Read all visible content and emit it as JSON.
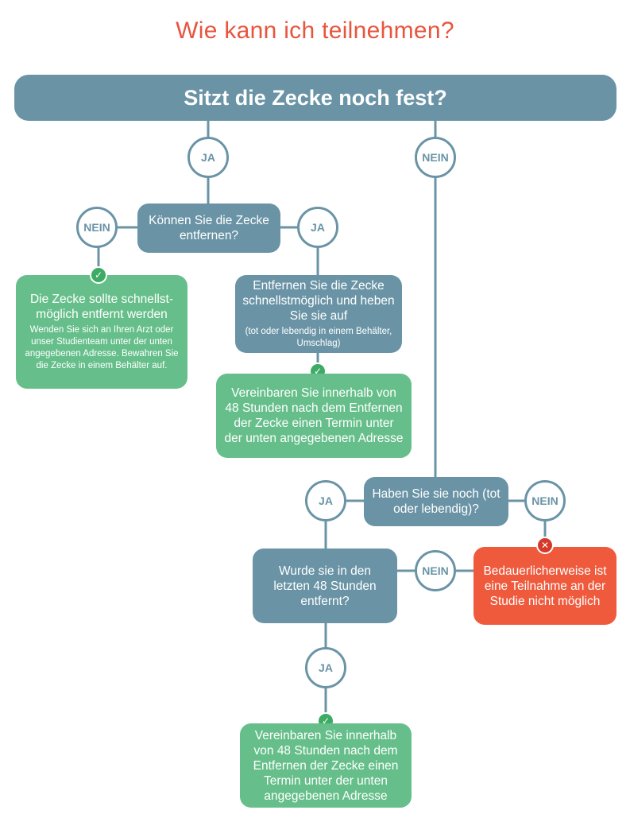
{
  "title": "Wie kann ich teilnehmen?",
  "nodes": {
    "sitzt": "Sitzt die Zecke noch fest?",
    "koennen": "Können Sie die Zecke entfernen?",
    "entfernen_main": "Entfernen Sie die Zecke schnellstmöglich und heben Sie sie auf",
    "entfernen_sub": "(tot oder lebendig in einem Behälter, Umschlag)",
    "schnellst_main": "Die Zecke sollte schnellst-möglich entfernt werden",
    "schnellst_sub": "Wenden Sie sich an Ihren Arzt oder unser Studienteam unter der unten angegebenen Adresse. Bewahren Sie die Zecke in einem Behälter auf.",
    "vereinbaren1": "Vereinbaren Sie innerhalb von 48 Stunden nach dem Entfernen der Zecke einen Termin unter der unten angegebenen Adresse",
    "haben": "Haben Sie sie noch (tot oder lebendig)?",
    "wurde": "Wurde sie in den letzten 48 Stunden entfernt?",
    "bedauer": "Bedauerlicherweise ist eine Teilnahme an der Studie nicht möglich",
    "vereinbaren2": "Vereinbaren Sie innerhalb von 48 Stunden nach dem Entfernen der Zecke einen Termin unter der unten angegebenen Adresse"
  },
  "labels": {
    "yes": "JA",
    "no": "NEIN"
  },
  "marks": {
    "check": "✓",
    "cross": "✕"
  },
  "colors": {
    "title": "#e8553f",
    "question": "#6a94a6",
    "positive": "#66bf8a",
    "negative": "#ef5a3d",
    "check": "#3dab63",
    "cross": "#d5392a"
  },
  "icons": [
    "check-icon",
    "cross-icon"
  ]
}
